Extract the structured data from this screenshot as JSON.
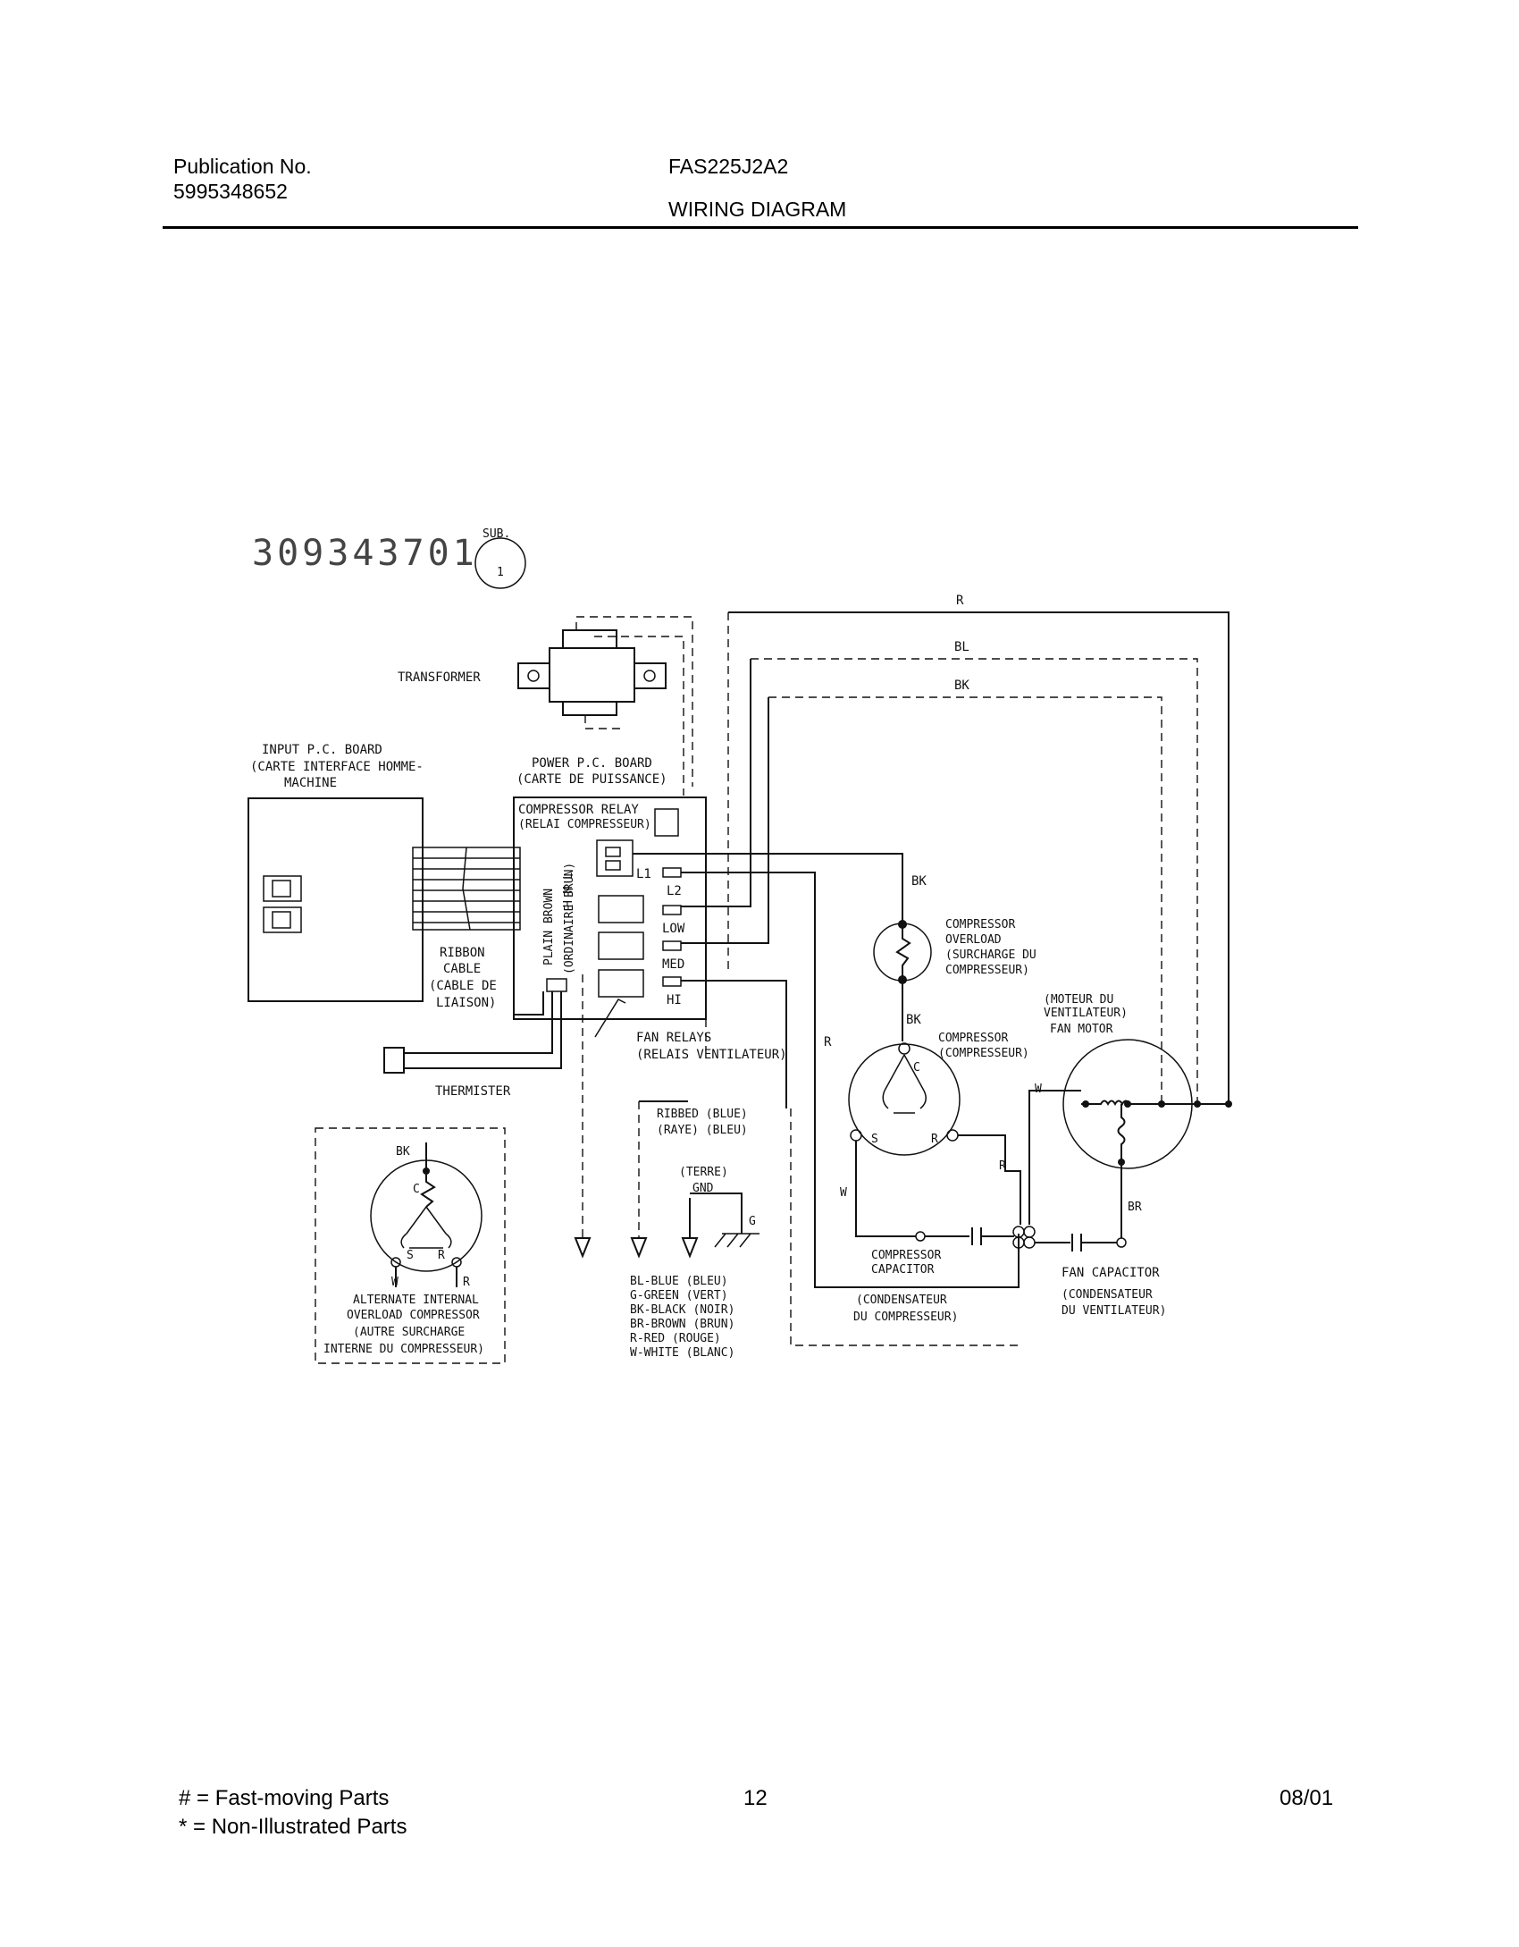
{
  "header": {
    "publication_label": "Publication No.",
    "publication_number": "5995348652",
    "model": "FAS225J2A2",
    "section_title": "WIRING DIAGRAM"
  },
  "diagram": {
    "part_number": "309343701",
    "sub_label": "SUB.",
    "sub_number": "1",
    "transformer": "TRANSFORMER",
    "input_board": [
      "INPUT P.C. BOARD",
      "(CARTE INTERFACE HOMME-",
      "MACHINE"
    ],
    "power_board": [
      "POWER P.C. BOARD",
      "(CARTE DE PUISSANCE)"
    ],
    "compressor_relay": [
      "COMPRESSOR RELAY",
      "(RELAI COMPRESSEUR)"
    ],
    "terminals": {
      "l1": "L1",
      "l2": "L2",
      "low": "LOW",
      "med": "MED",
      "hi": "HI"
    },
    "ribbon_cable": [
      "RIBBON",
      "CABLE",
      "(CABLE DE",
      "LIAISON)"
    ],
    "plain_brown": [
      "PLAIN BROWN",
      "(ORDINAIRE BRUN)"
    ],
    "fan_relays": [
      "FAN RELAYS",
      "(RELAIS VENTILATEUR)"
    ],
    "thermister": "THERMISTER",
    "compressor_overload": [
      "COMPRESSOR",
      "OVERLOAD",
      "(SURCHARGE DU",
      "COMPRESSEUR)"
    ],
    "compressor": [
      "COMPRESSOR",
      "(COMPRESSEUR)"
    ],
    "fan_motor": [
      "(MOTEUR DU",
      "VENTILATEUR)",
      "FAN MOTOR"
    ],
    "compressor_capacitor": [
      "COMPRESSOR",
      "CAPACITOR"
    ],
    "compressor_capacitor_fr": [
      "(CONDENSATEUR",
      "DU COMPRESSEUR)"
    ],
    "fan_capacitor": [
      "FAN CAPACITOR",
      "(CONDENSATEUR",
      "DU VENTILATEUR)"
    ],
    "ribbed": [
      "RIBBED  (BLUE)",
      "(RAYE)  (BLEU)"
    ],
    "ground": [
      "(TERRE)",
      "GND"
    ],
    "ground_g": "G",
    "color_legend": [
      "BL-BLUE (BLEU)",
      "G-GREEN (VERT)",
      "BK-BLACK (NOIR)",
      "BR-BROWN (BRUN)",
      "R-RED (ROUGE)",
      "W-WHITE (BLANC)"
    ],
    "alternate_overload": [
      "ALTERNATE INTERNAL",
      "OVERLOAD COMPRESSOR",
      "(AUTRE SURCHARGE",
      "INTERNE DU COMPRESSEUR)"
    ],
    "wire_codes": {
      "r": "R",
      "bl": "BL",
      "bk": "BK",
      "w": "W",
      "br": "BR",
      "c": "C",
      "s": "S"
    }
  },
  "footer": {
    "legend_fast": "# = Fast-moving Parts",
    "legend_non": "* = Non-Illustrated Parts",
    "page_number": "12",
    "date": "08/01"
  }
}
